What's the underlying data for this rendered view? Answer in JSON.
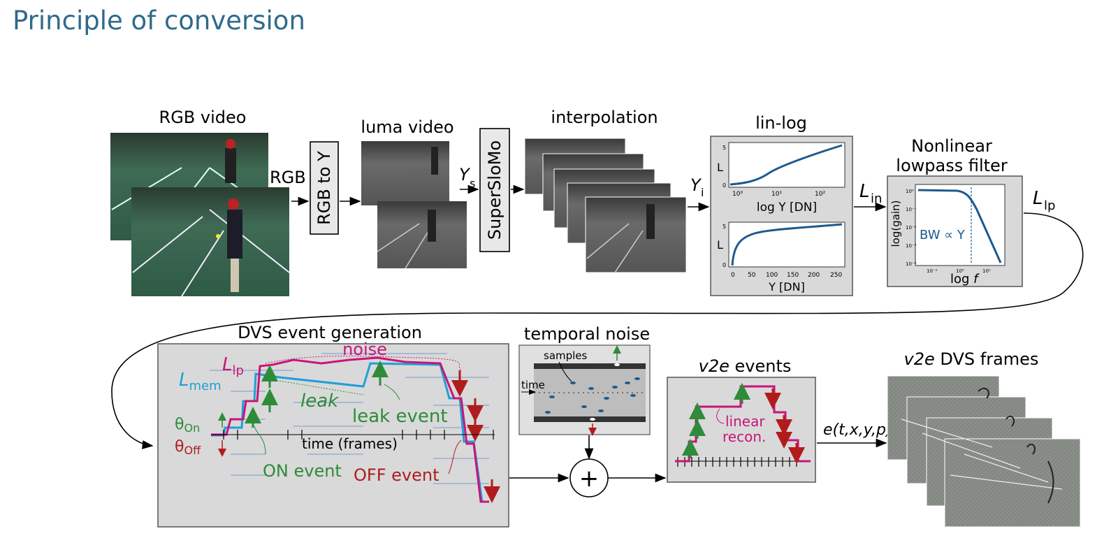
{
  "page": {
    "title": "Principle of conversion"
  },
  "colors": {
    "title": "#2f6a8a",
    "l_mem": "#1e9fd8",
    "l_lp": "#c8157a",
    "on": "#2e8b3a",
    "off": "#b01c1c",
    "axis_curve": "#1d5a90",
    "panel_bg": "#d9d9d9"
  },
  "pipeline": {
    "rgb_video": {
      "title": "RGB video"
    },
    "rgb_label": "RGB",
    "rgb_to_y": "RGB to Y",
    "luma_video": {
      "title": "luma video"
    },
    "ys": {
      "main": "Y",
      "sub": "s"
    },
    "superslomo": "SuperSloMo",
    "interpolation": {
      "title": "interpolation"
    },
    "yi": {
      "main": "Y",
      "sub": "i"
    },
    "linlog": {
      "title": "lin-log",
      "top_ylabel": "L",
      "top_xlabel": "log Y [DN]",
      "top_ticks_y": [
        "5",
        "0"
      ],
      "top_ticks_x": [
        "10⁰",
        "10¹",
        "10²"
      ],
      "bottom_ylabel": "L",
      "bottom_xlabel": "Y [DN]",
      "bottom_ticks_y": [
        "5",
        "0"
      ],
      "bottom_ticks_x": [
        "0",
        "50",
        "100",
        "150",
        "200",
        "250"
      ]
    },
    "lin": {
      "main": "L",
      "sub": "in"
    },
    "lowpass": {
      "title_line1": "Nonlinear",
      "title_line2": "lowpass filter",
      "ylabel": "log(gain)",
      "xlabel_main": "log ",
      "xlabel_var": "f",
      "bw_label": "BW ∝ Y",
      "ticks_y": [
        "10⁰",
        "10⁻¹",
        "10⁻²",
        "10⁻³",
        "10⁻⁴"
      ],
      "ticks_x": [
        "10⁻¹",
        "10⁰",
        "10¹"
      ]
    },
    "llp": {
      "main": "L",
      "sub": "lp"
    }
  },
  "dvs": {
    "title": "DVS event generation",
    "l_lp": {
      "main": "L",
      "sub": "lp"
    },
    "l_mem": {
      "main": "L",
      "sub": "mem"
    },
    "noise": "noise",
    "leak": "leak",
    "leak_event": "leak event",
    "theta_on": {
      "main": "θ",
      "sub": "On"
    },
    "theta_off": {
      "main": "θ",
      "sub": "Off"
    },
    "time_label": "time (frames)",
    "on_event": "ON event",
    "off_event": "OFF event"
  },
  "temporal_noise": {
    "title": "temporal noise",
    "samples": "samples",
    "time": "time"
  },
  "sum_symbol": "+",
  "v2e_events": {
    "title_italic": "v2e",
    "title_rest": " events",
    "recon_line1": "linear",
    "recon_line2": "recon."
  },
  "output_label": "e(t,x,y,p)",
  "v2e_frames": {
    "title_italic": "v2e",
    "title_rest": " DVS frames"
  }
}
